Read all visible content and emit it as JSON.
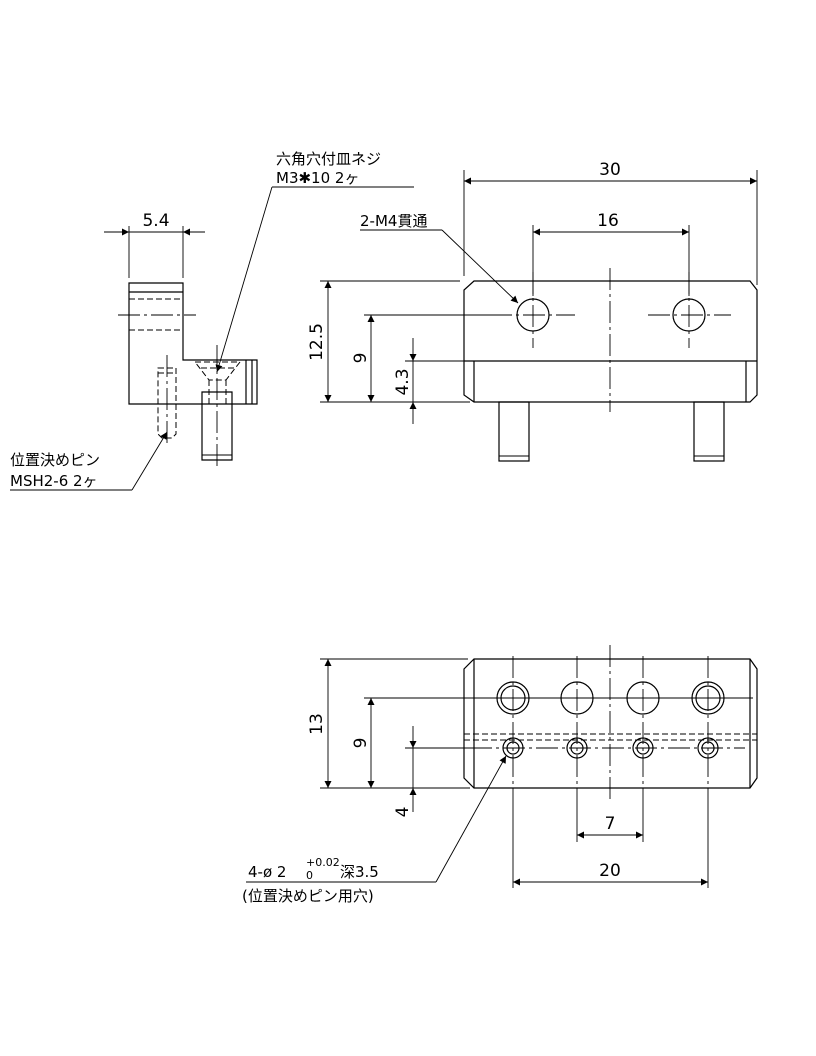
{
  "side_view": {
    "dim_width": "5.4",
    "screw_note_line1": "六角穴付皿ネジ",
    "screw_note_line2": "M3✱10 2ヶ",
    "pin_note_line1": "位置決めピン",
    "pin_note_line2": "MSH2-6 2ヶ"
  },
  "front_view": {
    "dim_overall_width": "30",
    "dim_hole_pitch": "16",
    "hole_note": "2-M4貫通",
    "dim_height": "12.5",
    "dim_hole_height": "9",
    "dim_step_height": "4.3"
  },
  "bottom_view": {
    "dim_height": "13",
    "dim_upper_row": "9",
    "dim_lower_row": "4",
    "dim_pitch_small": "7",
    "dim_pitch_large": "20",
    "pin_hole_note_prefix": "4-ø 2",
    "pin_hole_tol_upper": "+0.02",
    "pin_hole_tol_lower": "0",
    "pin_hole_note_suffix": "深3.5",
    "pin_hole_note_line2": "(位置決めピン用穴)"
  }
}
